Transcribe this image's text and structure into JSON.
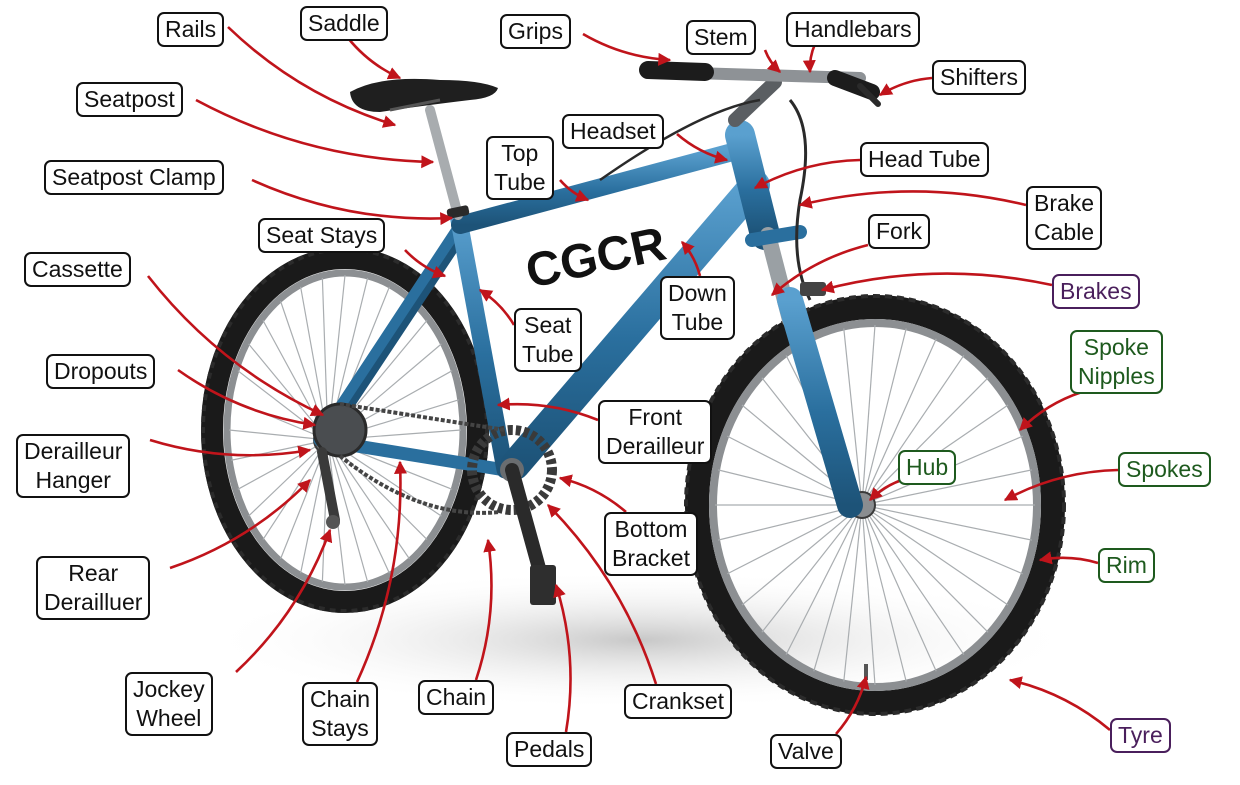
{
  "diagram": {
    "frame_text": "CGCR",
    "colors": {
      "frame": "#2a6f9e",
      "frame_light": "#4c93c4",
      "frame_dark": "#1d5378",
      "arrow": "#c0141b",
      "tyre": "#1a1a1a",
      "rim": "#8c8f92",
      "green_label": "#1e5a1e",
      "purple_label": "#4a1f5c"
    },
    "labels": [
      {
        "id": "rails",
        "text": "Rails",
        "icon": ""
      },
      {
        "id": "saddle",
        "text": "Saddle"
      },
      {
        "id": "grips",
        "text": "Grips"
      },
      {
        "id": "stem",
        "text": "Stem"
      },
      {
        "id": "handlebars",
        "text": "Handlebars"
      },
      {
        "id": "shifters",
        "text": "Shifters"
      },
      {
        "id": "seatpost",
        "text": "Seatpost"
      },
      {
        "id": "headset",
        "text": "Headset"
      },
      {
        "id": "top-tube",
        "text": "Top\nTube"
      },
      {
        "id": "head-tube",
        "text": "Head Tube"
      },
      {
        "id": "seatpost-clamp",
        "text": "Seatpost Clamp"
      },
      {
        "id": "brake-cable",
        "text": "Brake\nCable"
      },
      {
        "id": "seat-stays",
        "text": "Seat Stays"
      },
      {
        "id": "fork",
        "text": "Fork"
      },
      {
        "id": "cassette",
        "text": "Cassette"
      },
      {
        "id": "brakes",
        "text": "Brakes"
      },
      {
        "id": "down-tube",
        "text": "Down\nTube"
      },
      {
        "id": "seat-tube",
        "text": "Seat\nTube"
      },
      {
        "id": "spoke-nipples",
        "text": "Spoke\nNipples"
      },
      {
        "id": "dropouts",
        "text": "Dropouts"
      },
      {
        "id": "front-derailleur",
        "text": "Front\nDerailleur"
      },
      {
        "id": "derailleur-hanger",
        "text": "Derailleur\nHanger"
      },
      {
        "id": "hub",
        "text": "Hub"
      },
      {
        "id": "spokes",
        "text": "Spokes"
      },
      {
        "id": "bottom-bracket",
        "text": "Bottom\nBracket"
      },
      {
        "id": "rear-derailluer",
        "text": "Rear\nDerailluer"
      },
      {
        "id": "rim",
        "text": "Rim"
      },
      {
        "id": "jockey-wheel",
        "text": "Jockey\nWheel"
      },
      {
        "id": "chain-stays",
        "text": "Chain\nStays"
      },
      {
        "id": "chain",
        "text": "Chain"
      },
      {
        "id": "crankset",
        "text": "Crankset"
      },
      {
        "id": "tyre",
        "text": "Tyre"
      },
      {
        "id": "pedals",
        "text": "Pedals"
      },
      {
        "id": "valve",
        "text": "Valve"
      }
    ]
  }
}
